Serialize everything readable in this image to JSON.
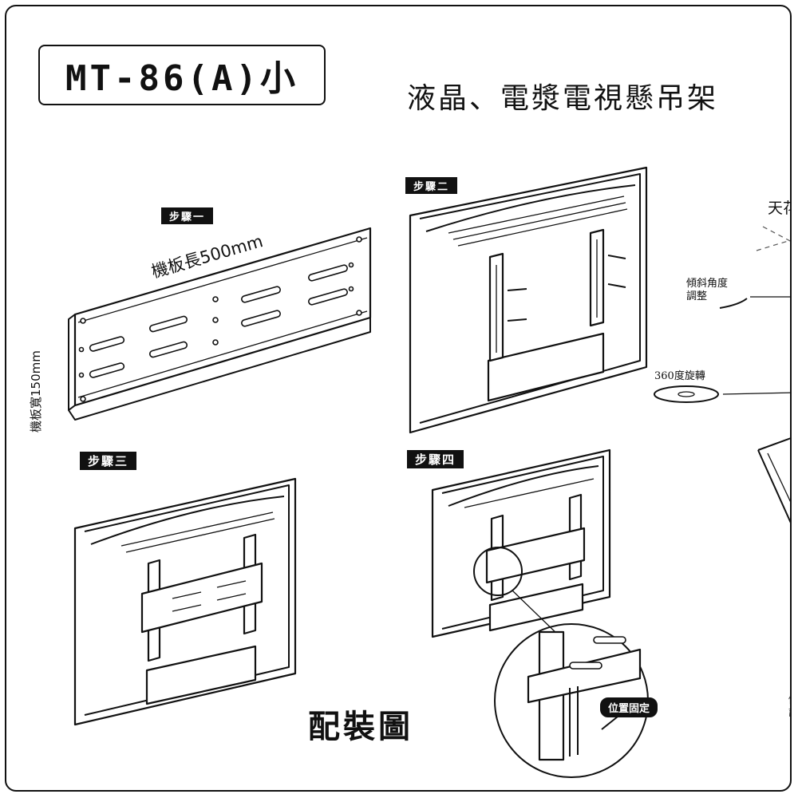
{
  "model": {
    "code": "MT-86(A)小"
  },
  "product_title": "液晶、電漿電視懸吊架",
  "steps": {
    "one": "步驟一",
    "two": "步驟二",
    "three": "步驟三",
    "four": "步驟四"
  },
  "plate": {
    "length_label": "機板長500mm",
    "width_label": "機板寬150mm"
  },
  "ceiling_label": "天花",
  "tilt_adjust": {
    "line1": "傾斜角度",
    "line2": "調整"
  },
  "rotation_label": "360度旋轉",
  "lock_label": "位置固定",
  "assembly_title": "配裝圖",
  "right_edge_fragment": {
    "line1": "傾",
    "line2": "調"
  }
}
